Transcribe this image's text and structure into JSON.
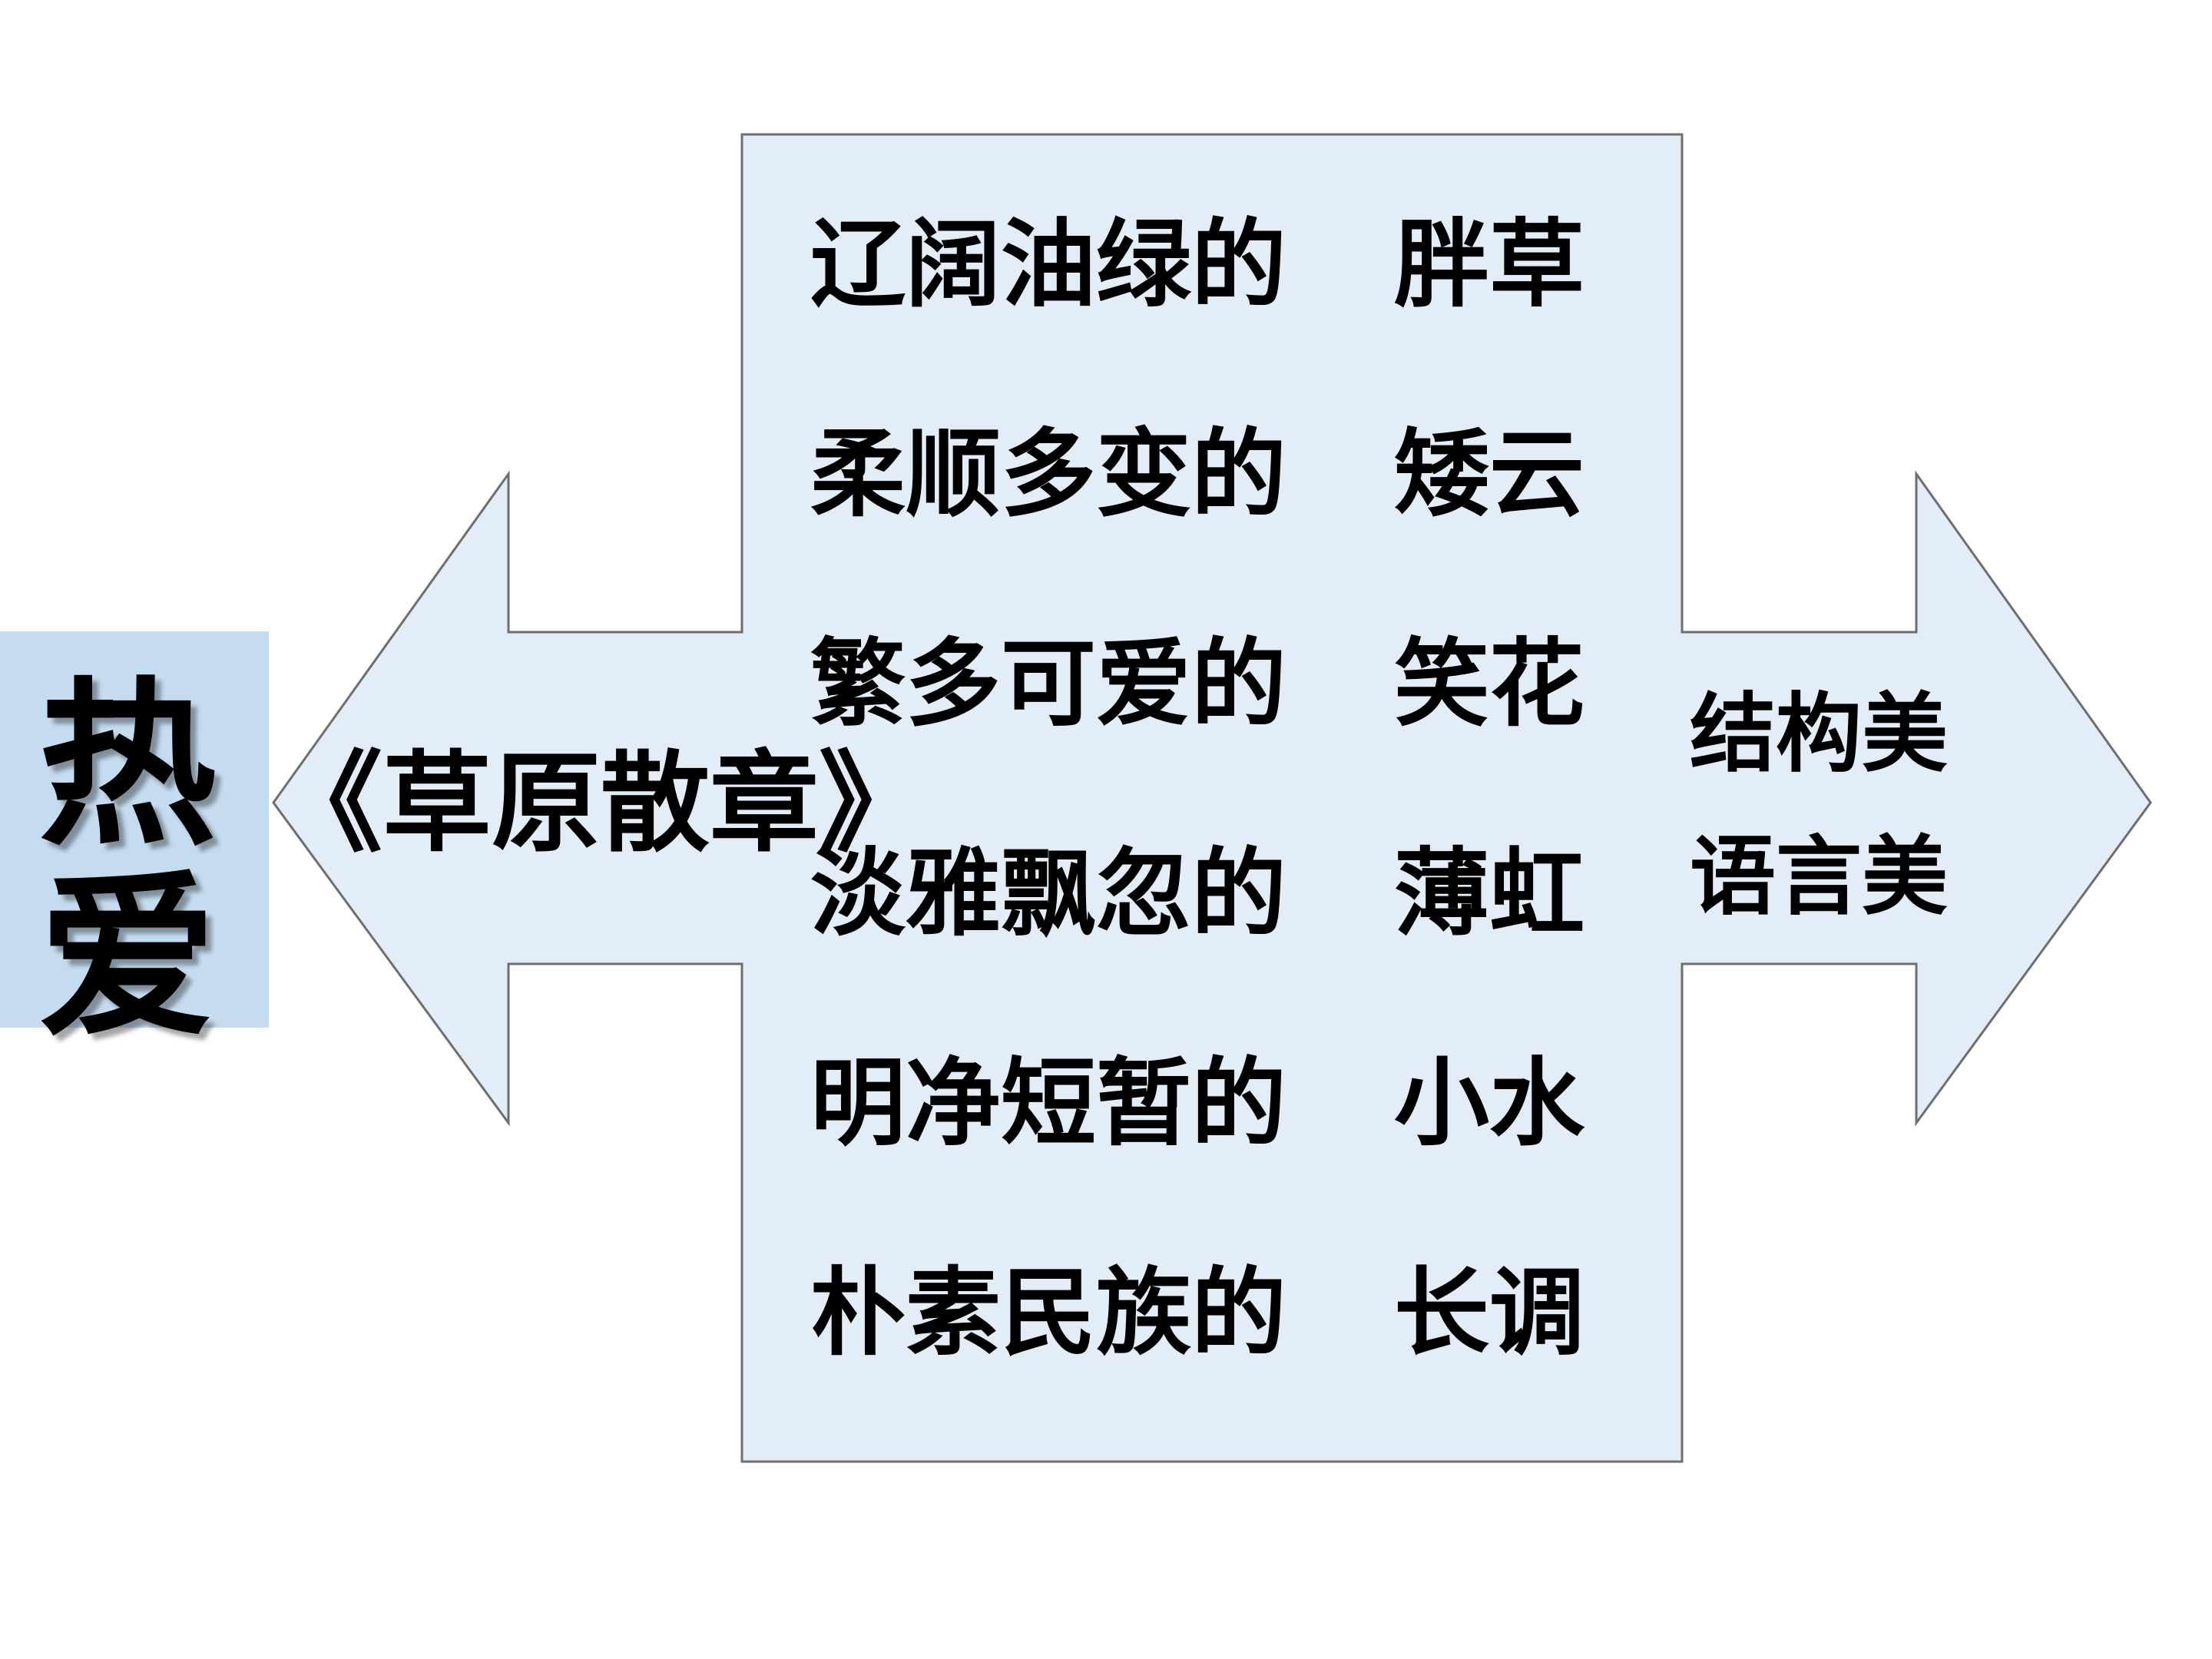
{
  "colors": {
    "arrow_fill": "#e3edf7",
    "arrow_stroke": "#6e6e6e",
    "love_box": "#c5dbef"
  },
  "love": [
    "热",
    "爱"
  ],
  "book_title": "《草原散章》",
  "rows": [
    {
      "adj": "辽阔油绿的",
      "noun": "胖草"
    },
    {
      "adj": "柔顺多变的",
      "noun": "矮云"
    },
    {
      "adj": "繁多可爱的",
      "noun": "笑花"
    },
    {
      "adj": "淡雅飘忽的",
      "noun": "薄虹"
    },
    {
      "adj": "明净短暂的",
      "noun": "小水"
    },
    {
      "adj": "朴素民族的",
      "noun": "长调"
    }
  ],
  "right_labels": [
    "结构美",
    "语言美"
  ]
}
